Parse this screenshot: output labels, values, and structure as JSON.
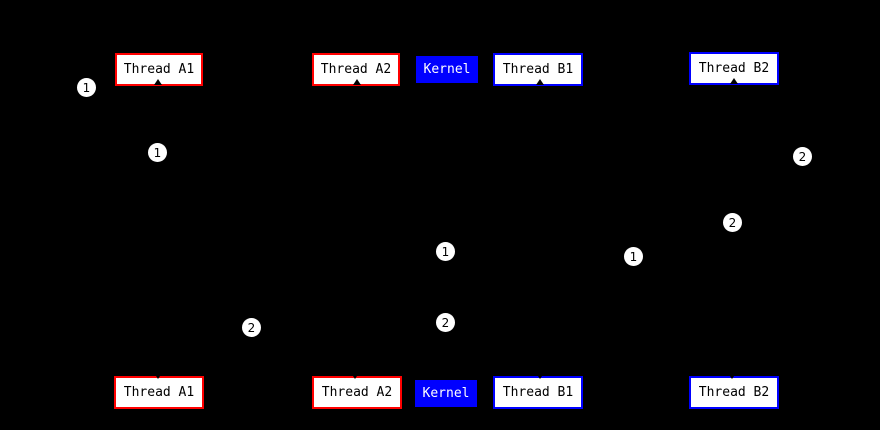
{
  "diagram": {
    "colors": {
      "background": "#000000",
      "red_border": "#ff0000",
      "blue_border": "#0000ff",
      "kernel_bg": "#0000ff",
      "kernel_text": "#ffffff",
      "node_bg": "#ffffff",
      "node_text": "#000000",
      "badge_bg": "#ffffff",
      "badge_text": "#000000"
    },
    "nodes": {
      "top": [
        {
          "label": "Thread A1",
          "style": "red"
        },
        {
          "label": "Thread A2",
          "style": "red"
        },
        {
          "label": "Kernel",
          "style": "kernel"
        },
        {
          "label": "Thread B1",
          "style": "blue"
        },
        {
          "label": "Thread B2",
          "style": "blue"
        }
      ],
      "bottom": [
        {
          "label": "Thread A1",
          "style": "red"
        },
        {
          "label": "Thread A2",
          "style": "red"
        },
        {
          "label": "Kernel",
          "style": "kernel"
        },
        {
          "label": "Thread B1",
          "style": "blue"
        },
        {
          "label": "Thread B2",
          "style": "blue"
        }
      ]
    },
    "badges": [
      {
        "label": "1"
      },
      {
        "label": "1"
      },
      {
        "label": "2"
      },
      {
        "label": "2"
      },
      {
        "label": "1"
      },
      {
        "label": "1"
      },
      {
        "label": "2"
      },
      {
        "label": "2"
      }
    ]
  }
}
